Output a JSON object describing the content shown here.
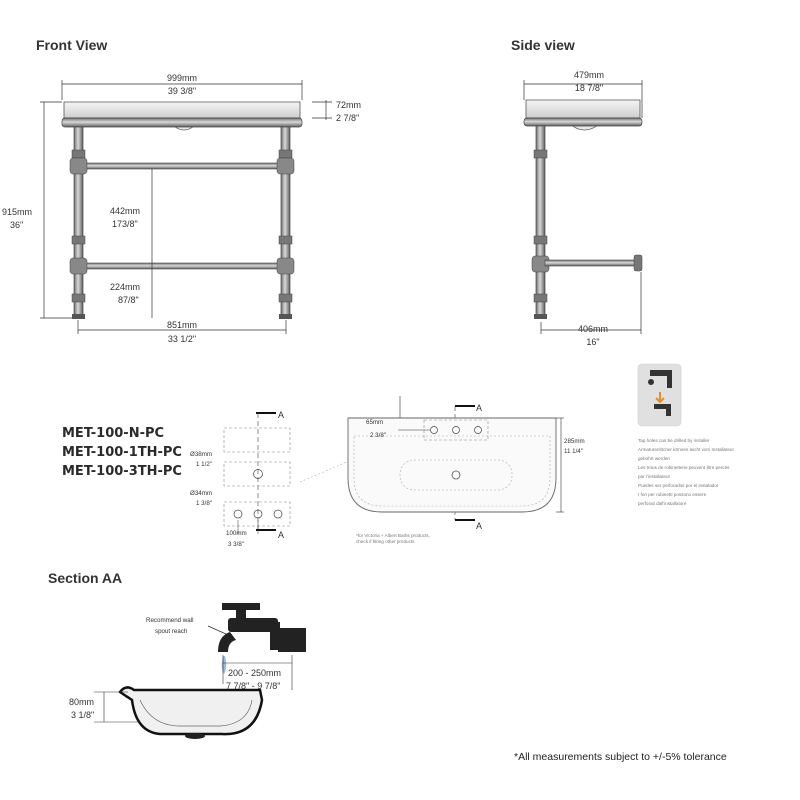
{
  "titles": {
    "front": "Front View",
    "side": "Side view",
    "section": "Section AA"
  },
  "front": {
    "width_mm": "999mm",
    "width_in": "39 3/8\"",
    "basin_h_mm": "72mm",
    "basin_h_in": "2 7/8\"",
    "total_h_mm": "915mm",
    "total_h_in": "36\"",
    "rail_mm": "442mm",
    "rail_in": "173/8\"",
    "lower_mm": "224mm",
    "lower_in": "87/8\"",
    "legs_mm": "851mm",
    "legs_in": "33 1/2\""
  },
  "side": {
    "depth_mm": "479mm",
    "depth_in": "18 7/8\"",
    "towel_mm": "406mm",
    "towel_in": "16\""
  },
  "models": [
    "MET-100-N-PC",
    "MET-100-1TH-PC",
    "MET-100-3TH-PC"
  ],
  "holes": {
    "a_top": "A",
    "a_bottom": "A",
    "d38_mm": "Ø38mm",
    "d38_in": "1 1/2\"",
    "d34_mm": "Ø34mm",
    "d34_in": "1 3/8\"",
    "spacing_mm": "100mm",
    "spacing_in": "3 3/8\""
  },
  "plan": {
    "a_top": "A",
    "a_bottom": "A",
    "offset_mm": "65mm",
    "offset_in": "2 3/8\"",
    "depth_mm": "285mm",
    "depth_in": "11 1/4\"",
    "footnote_1": "*for Victoria + Albert Baths products,",
    "footnote_2": "check if fitting other products"
  },
  "notes": [
    "Tap holes can be drilled by installer",
    "Armaturenlöcher können leicht vom Installateur",
    "gebohrt werden",
    "Les trous de robinetterie peuvent être percés",
    "par l'installateur",
    "Puedes ser perforados por el instalador",
    "I fori per rubinetti possono essere",
    "perforati dall'installatore"
  ],
  "section": {
    "spout_label_1": "Recommend wall",
    "spout_label_2": "spout reach",
    "reach_mm": "200 - 250mm",
    "reach_in": "7 7/8\" - 9 7/8\"",
    "depth_mm": "80mm",
    "depth_in": "3 1/8\""
  },
  "disclaimer": "*All measurements subject to +/-5% tolerance"
}
